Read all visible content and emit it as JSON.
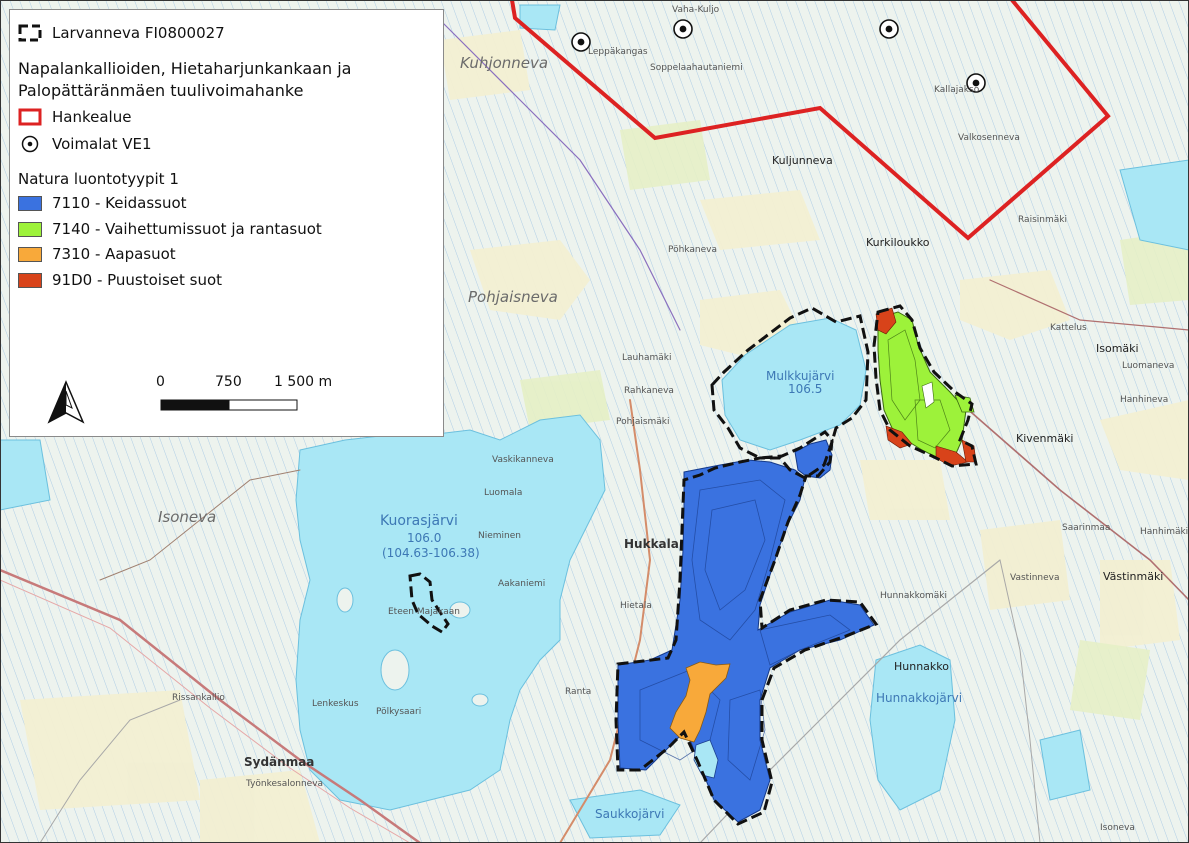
{
  "legend": {
    "study_area_label": "Larvanneva FI0800027",
    "project_title_line1": "Napalankallioiden, Hietaharjunkankaan ja",
    "project_title_line2": "Palopättäränmäen tuulivoimahanke",
    "project_area_label": "Hankealue",
    "turbines_label": "Voimalat VE1",
    "habitat_group_title": "Natura luontotyypit 1",
    "habitats": [
      {
        "label": "7110 - Keidassuot",
        "color": "#3a72e0"
      },
      {
        "label": "7140 - Vaihettumissuot ja rantasuot",
        "color": "#9df23a"
      },
      {
        "label": "7310 - Aapasuot",
        "color": "#f8a93a"
      },
      {
        "label": "91D0 - Puustoiset suot",
        "color": "#d8431a"
      }
    ],
    "project_area_color": "#dd2222",
    "scale": {
      "label_0": "0",
      "label_mid": "750",
      "label_max": "1 500 m"
    }
  },
  "map": {
    "lake_labels": {
      "kuorasjarvi": "Kuorasjärvi",
      "kuorasjarvi_level": "106.0",
      "kuorasjarvi_range": "(104.63-106.38)",
      "mulkkujarvi": "Mulkkujärvi",
      "mulkkujarvi_level": "106.5",
      "hunnakkojarvi": "Hunnakkojärvi",
      "saukkojarvi": "Saukkojärvi"
    },
    "place_labels": {
      "hukkala": "Hukkala",
      "sydanmaa": "Sydänmaa",
      "hunnakko": "Hunnakko",
      "kivenmaki": "Kivenmäki",
      "vastinmaki": "Västinmäki",
      "isomaki": "Isomäki",
      "kurkiloukko": "Kurkiloukko",
      "kuljunneva": "Kuljunneva",
      "kuhjonneva": "Kuhjonneva",
      "pohjaisneva": "Pohjaisneva",
      "isoneva": "Isoneva",
      "isoneva2": "Isoneva",
      "rahkaneva": "Rahkaneva",
      "pohjaismaki": "Pohjaismäki",
      "vaskikanneva": "Vaskikanneva",
      "luomala": "Luomala",
      "nieminen": "Nieminen",
      "aakaniemi": "Aakaniemi",
      "eteen_majakaan": "Eteen Majakaan",
      "lenkeskus": "Lenkeskus",
      "polkysaari": "Pölkysaari",
      "ranta": "Ranta",
      "hietala": "Hietala",
      "hunnakkomaki": "Hunnakkomäki",
      "hanhineva": "Hanhineva",
      "hanhimaki": "Hanhimäki",
      "rissanmaki": "Rissankallio",
      "tyonkesalonneva": "Työnkesalonneva",
      "vaskeiden": "Valkosenneva",
      "lauhamaki": "Lauhamäki",
      "leppakangas": "Leppäkangas",
      "vaha_kuljo": "Vaha-Kuljo",
      "soppelaahautaniemi": "Soppelaahautaniemi",
      "kallajakso": "Kallajakso",
      "pohkaneva": "Pöhkaneva",
      "luomaneva": "Luomaneva",
      "kattelus": "Kattelus",
      "raisinmaki": "Raisinmäki",
      "saarinmaa": "Saarinmaa",
      "vaskineva": "Vastinneva"
    }
  }
}
